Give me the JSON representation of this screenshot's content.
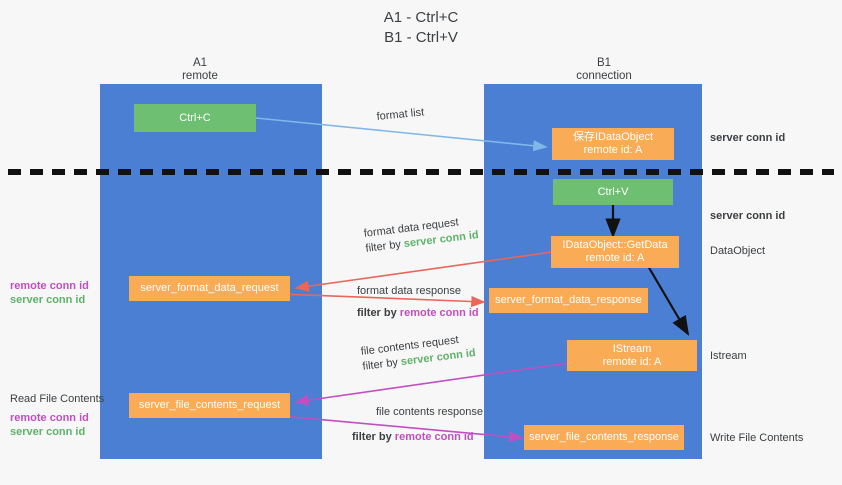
{
  "title": {
    "line1": "A1 - Ctrl+C",
    "line2": "B1 - Ctrl+V"
  },
  "lanes": [
    {
      "id": "a1",
      "name": "A1",
      "role": "remote",
      "color": "#4a7fd4"
    },
    {
      "id": "b1",
      "name": "B1",
      "role": "connection",
      "color": "#4a7fd4"
    }
  ],
  "colors": {
    "lane": "#4a7fd4",
    "box_orange": "#f9ab55",
    "box_green": "#6fbf73",
    "arrow_blue": "#7fb8e8",
    "arrow_red": "#e8675a",
    "arrow_magenta": "#c14fc1",
    "arrow_black": "#111111",
    "server_conn": "#5fb16b",
    "remote_conn": "#c14fc1",
    "text": "#3c4043",
    "background": "#f7f7f7"
  },
  "boxes": [
    {
      "id": "ctrl-c",
      "label_1": "Ctrl+C",
      "label_2": "",
      "style": "green",
      "lane": "a1"
    },
    {
      "id": "save-idataobject",
      "label_1": "保存IDataObject",
      "label_2": "remote id: A",
      "style": "orange",
      "lane": "b1"
    },
    {
      "id": "ctrl-v",
      "label_1": "Ctrl+V",
      "label_2": "",
      "style": "green",
      "lane": "b1"
    },
    {
      "id": "getdata",
      "label_1": "IDataObject::GetData",
      "label_2": "remote id: A",
      "style": "orange",
      "lane": "b1"
    },
    {
      "id": "format-data-request",
      "label_1": "server_format_data_request",
      "label_2": "",
      "style": "orange",
      "lane": "a1"
    },
    {
      "id": "format-data-response",
      "label_1": "server_format_data_response",
      "label_2": "",
      "style": "orange",
      "lane": "b1"
    },
    {
      "id": "istream",
      "label_1": "IStream",
      "label_2": "remote id: A",
      "style": "orange",
      "lane": "b1"
    },
    {
      "id": "file-contents-request",
      "label_1": "server_file_contents_request",
      "label_2": "",
      "style": "orange",
      "lane": "a1"
    },
    {
      "id": "file-contents-response",
      "label_1": "server_file_contents_response",
      "label_2": "",
      "style": "orange",
      "lane": "b1"
    }
  ],
  "annotations": [
    {
      "id": "format-list",
      "line_1": "format list",
      "line_2_prefix": "",
      "line_2_key": ""
    },
    {
      "id": "format-data-request-note",
      "line_1": "format data request",
      "line_2_prefix": "filter by ",
      "line_2_key": "server conn id",
      "key_color": "server"
    },
    {
      "id": "format-data-response-note",
      "line_1": "format data response",
      "line_2_prefix": "filter by ",
      "line_2_key": "remote conn id",
      "key_color": "remote"
    },
    {
      "id": "file-contents-request-note",
      "line_1": "file contents request",
      "line_2_prefix": "filter by ",
      "line_2_key": "server conn id",
      "key_color": "server"
    },
    {
      "id": "file-contents-response-note",
      "line_1": "file contents response",
      "line_2_prefix": "filter by ",
      "line_2_key": "remote conn id",
      "key_color": "remote"
    }
  ],
  "right_labels": [
    {
      "id": "server-conn-top",
      "text": "server conn id",
      "kind": "server"
    },
    {
      "id": "server-conn-mid",
      "text": "server conn id",
      "kind": "server"
    },
    {
      "id": "dataobject",
      "text": "DataObject",
      "kind": "plain"
    },
    {
      "id": "istream",
      "text": "Istream",
      "kind": "plain"
    },
    {
      "id": "write-file-contents",
      "text": "Write File Contents",
      "kind": "plain"
    }
  ],
  "left_labels": [
    {
      "id": "conn-ids-upper-remote",
      "text": "remote conn id",
      "kind": "remote"
    },
    {
      "id": "conn-ids-upper-server",
      "text": "server conn id",
      "kind": "server"
    },
    {
      "id": "read-file-contents",
      "text": "Read File Contents",
      "kind": "plain"
    },
    {
      "id": "conn-ids-lower-remote",
      "text": "remote conn id",
      "kind": "remote"
    },
    {
      "id": "conn-ids-lower-server",
      "text": "server conn id",
      "kind": "server"
    }
  ]
}
